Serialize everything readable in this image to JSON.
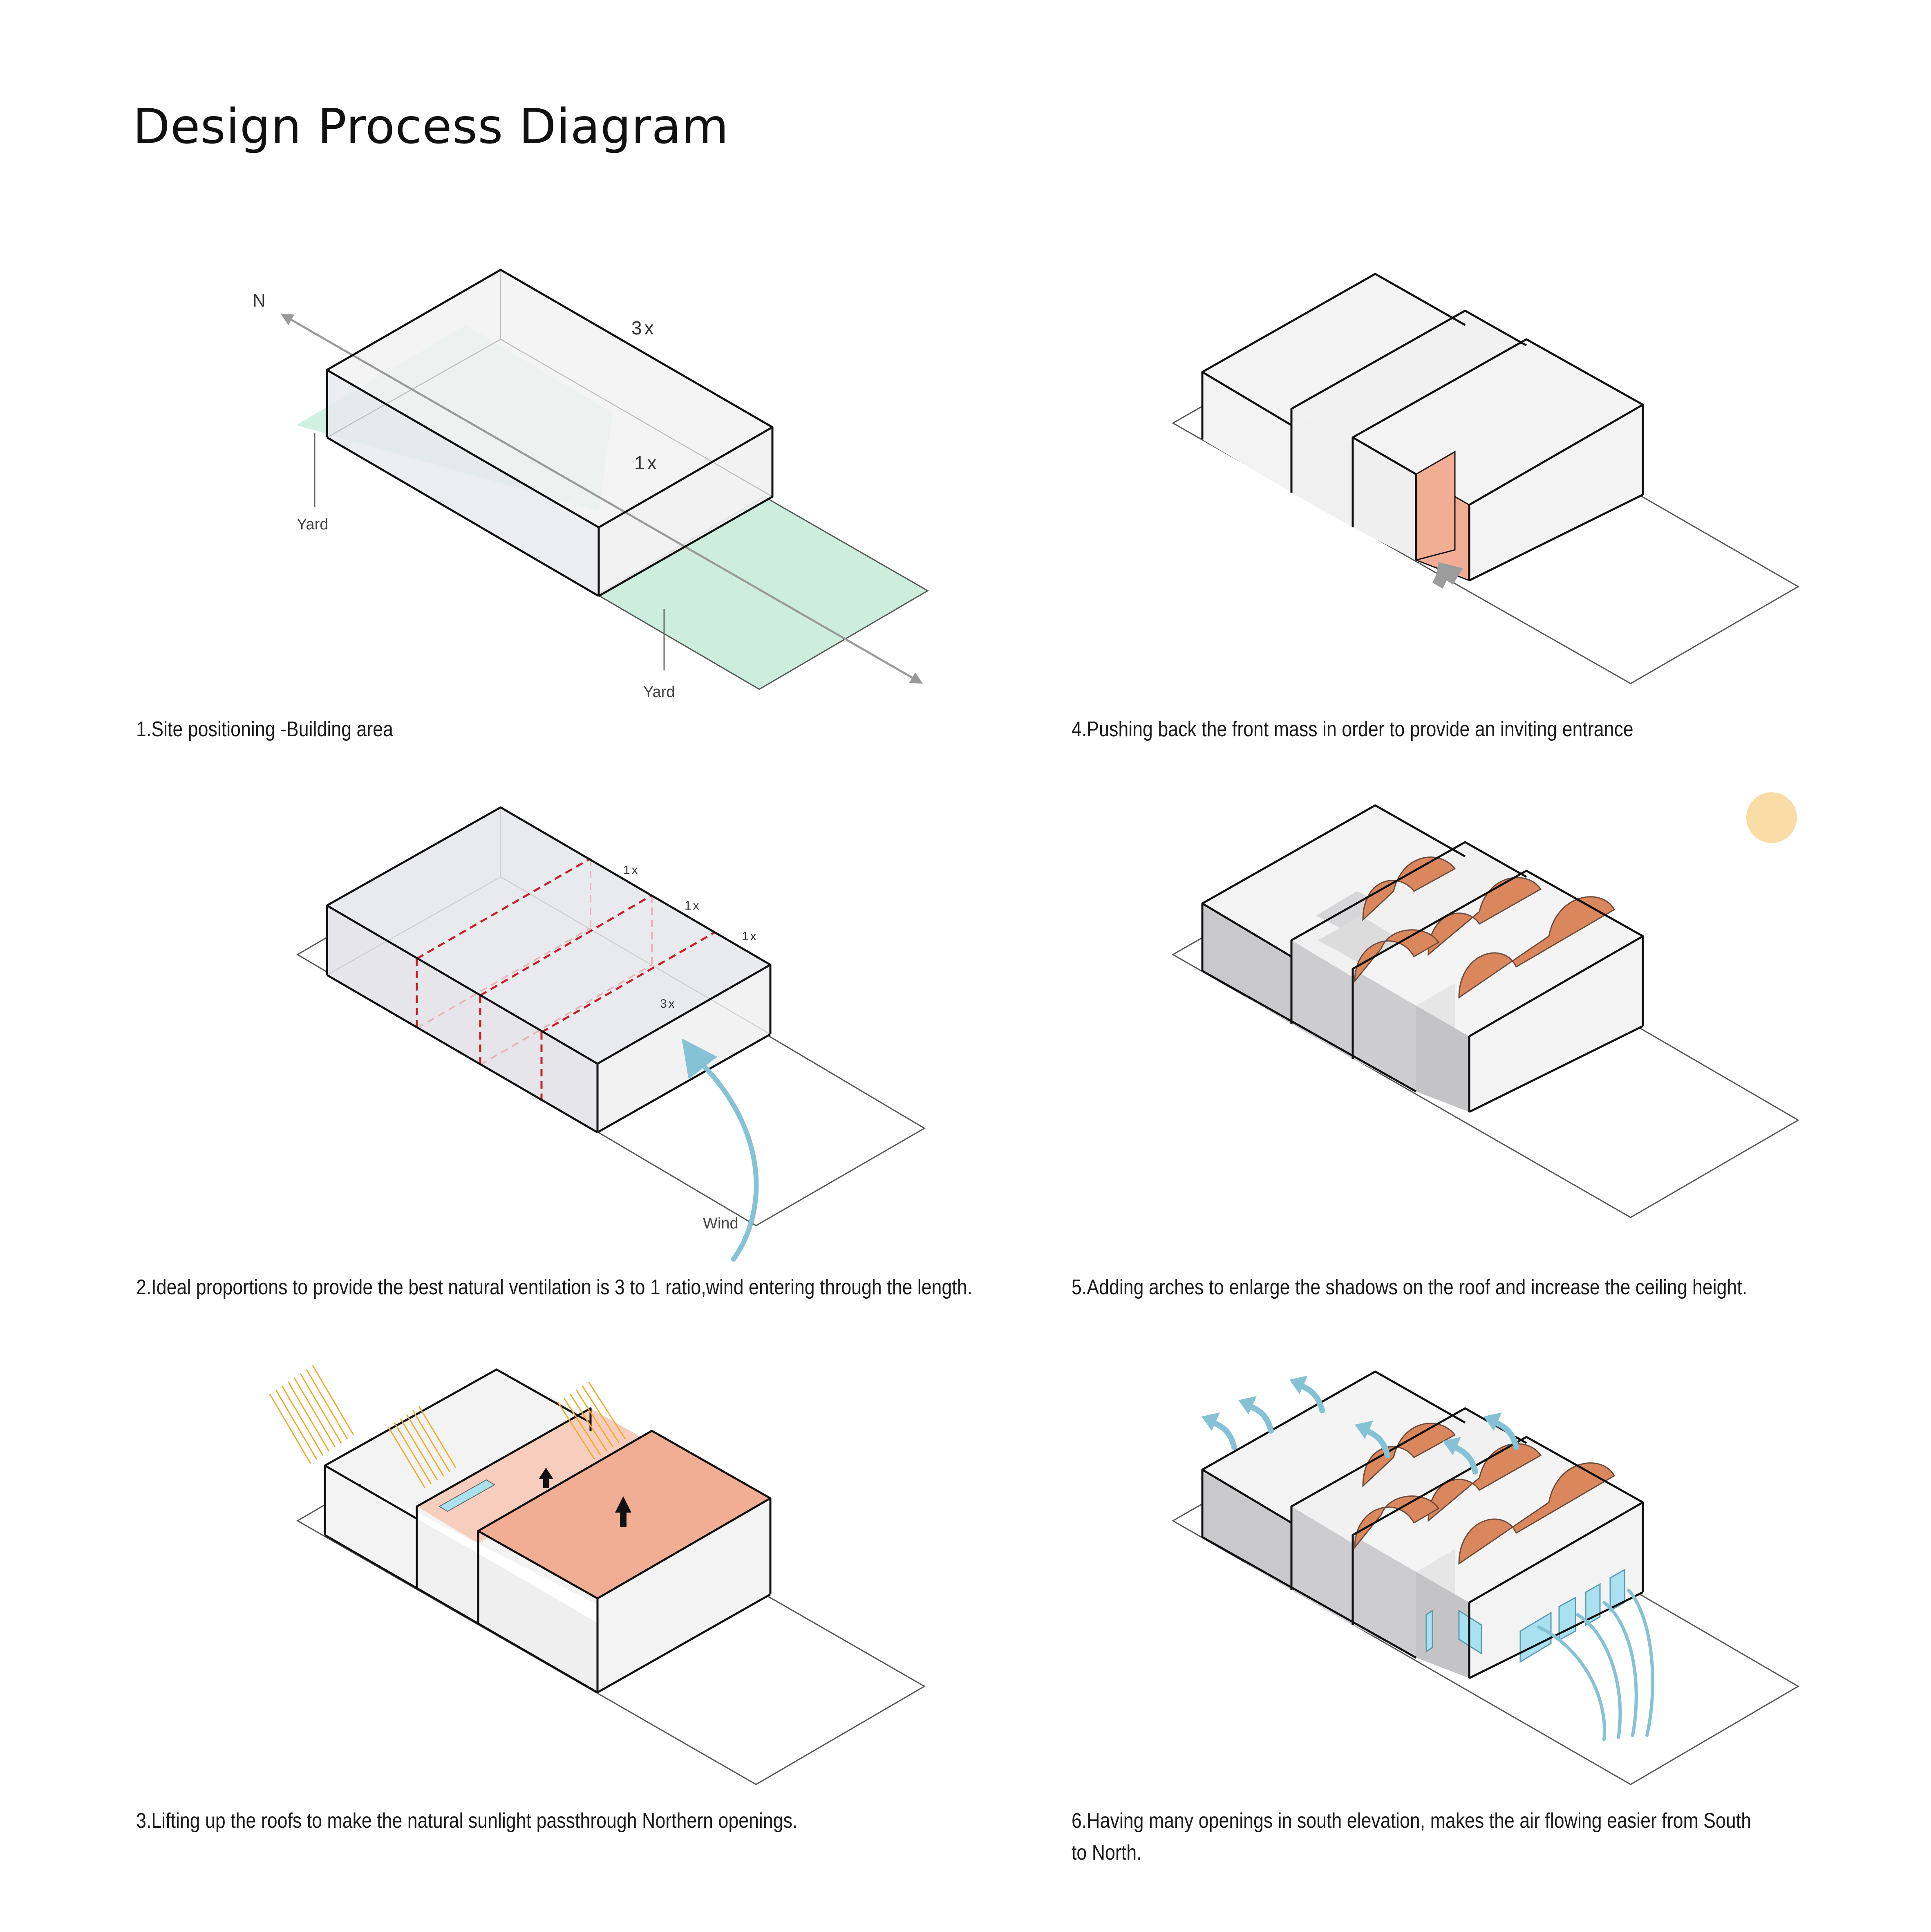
{
  "title": "Design Process Diagram",
  "colors": {
    "yard_green": "#cdeedd",
    "box_face": "#f3f3f4",
    "red_dash": "#c8202a",
    "wind_blue": "#86c2d6",
    "salmon": "#f2ad95",
    "arch_orange": "#db875d",
    "sun": "#fadda6",
    "sunray": "#f2aa2a",
    "window_blue": "#a9e1f0"
  },
  "panels": [
    {
      "id": 1,
      "caption": "1.Site positioning -Building area",
      "labels": {
        "north": "N",
        "length": "3x",
        "width": "1x",
        "yard_top": "Yard",
        "yard_bottom": "Yard"
      }
    },
    {
      "id": 2,
      "caption": "2.Ideal proportions to provide the best natural ventilation is 3 to 1 ratio,wind entering through the length.",
      "labels": {
        "mod_a": "1x",
        "mod_b": "1x",
        "mod_c": "1x",
        "length": "3x",
        "wind": "Wind"
      }
    },
    {
      "id": 3,
      "caption": "3.Lifting up the roofs to make the natural sunlight passthrough Northern openings."
    },
    {
      "id": 4,
      "caption": "4.Pushing back the front mass in order to provide an inviting entrance"
    },
    {
      "id": 5,
      "caption": "5.Adding arches to enlarge the shadows on the roof and increase the ceiling height."
    },
    {
      "id": 6,
      "caption": "6.Having many openings in south elevation, makes the air flowing easier from South to North."
    }
  ]
}
